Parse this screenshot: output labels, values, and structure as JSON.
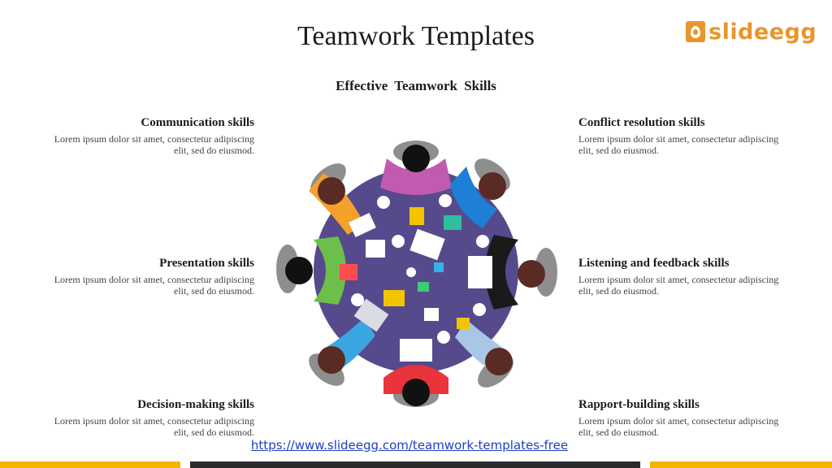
{
  "title": "Teamwork Templates",
  "logo": {
    "text": "slideegg"
  },
  "subtitle": "Effective Teamwork Skills",
  "skills_left": [
    {
      "title": "Communication skills",
      "text": "Lorem ipsum dolor sit amet, consectetur adipiscing elit, sed do eiusmod."
    },
    {
      "title": "Presentation skills",
      "text": "Lorem ipsum dolor sit amet, consectetur adipiscing elit, sed do eiusmod."
    },
    {
      "title": "Decision-making skills",
      "text": "Lorem ipsum dolor sit amet, consectetur adipiscing elit, sed do eiusmod."
    }
  ],
  "skills_right": [
    {
      "title": "Conflict resolution skills",
      "text": "Lorem ipsum dolor sit amet, consectetur adipiscing elit, sed do eiusmod."
    },
    {
      "title": "Listening and feedback skills",
      "text": "Lorem ipsum dolor sit amet, consectetur adipiscing elit, sed do eiusmod."
    },
    {
      "title": "Rapport-building skills",
      "text": "Lorem ipsum dolor sit amet, consectetur adipiscing elit, sed do eiusmod."
    }
  ],
  "url": "https://www.slideegg.com/teamwork-templates-free",
  "colors": {
    "accent": "#e8962a",
    "bar_yellow": "#f4b400",
    "bar_dark": "#2b2b2b",
    "table": "#564a8c",
    "link": "#1f3fbf"
  },
  "illustration": {
    "description_icon": "team-meeting-table-icon",
    "person_colors": [
      "#c05bb0",
      "#1e7fd6",
      "#1a1a1a",
      "#a8c7e6",
      "#e8343a",
      "#3aa6e0",
      "#6cc04a",
      "#f5a02a"
    ]
  }
}
